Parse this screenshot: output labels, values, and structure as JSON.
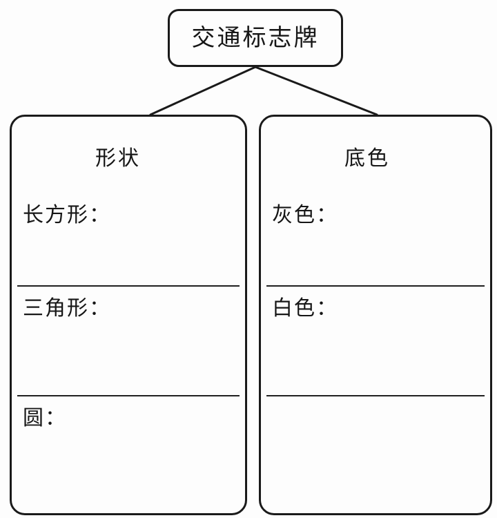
{
  "diagram": {
    "type": "graphic-organizer",
    "root": {
      "label": "交通标志牌"
    },
    "branches": [
      {
        "key": "shape",
        "title": "形状",
        "rows": [
          {
            "label": "长方形：",
            "answer": ""
          },
          {
            "label": "三角形：",
            "answer": ""
          },
          {
            "label": "圆：",
            "answer": ""
          }
        ]
      },
      {
        "key": "background-color",
        "title": "底色",
        "rows": [
          {
            "label": "灰色：",
            "answer": ""
          },
          {
            "label": "白色：",
            "answer": ""
          },
          {
            "label": "",
            "answer": ""
          }
        ]
      }
    ],
    "colors": {
      "ink": "#161616",
      "line": "#1a1a1a",
      "page": "#fdfdfd"
    }
  }
}
